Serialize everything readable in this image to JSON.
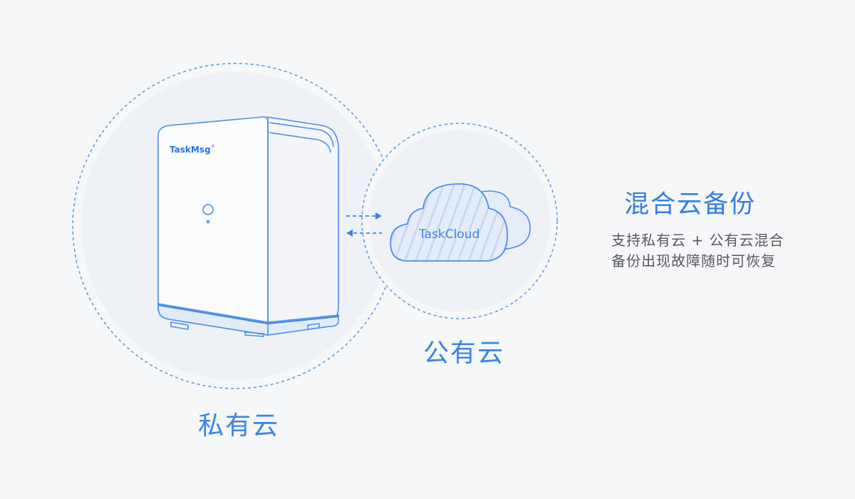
{
  "device": {
    "brand": "TaskMsg",
    "registered_mark": "®"
  },
  "cloud": {
    "label": "TaskCloud"
  },
  "labels": {
    "private_cloud": "私有云",
    "public_cloud": "公有云"
  },
  "feature": {
    "title": "混合云备份",
    "lines": [
      "支持私有云 + 公有云混合",
      "备份出现故障随时可恢复"
    ]
  },
  "colors": {
    "accent": "#3a84e8",
    "outline": "#4a8fe6",
    "background": "#f6f7f9",
    "circle_fill": "#eef1f6"
  }
}
